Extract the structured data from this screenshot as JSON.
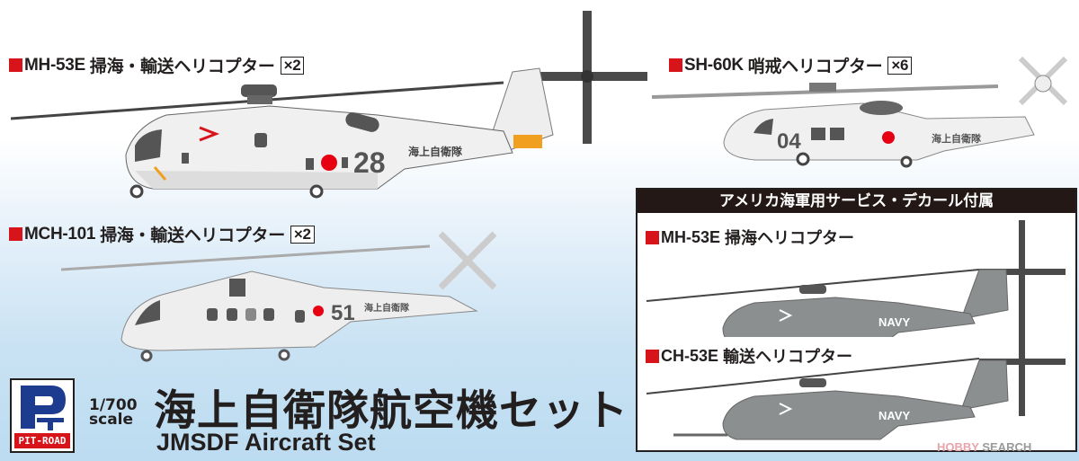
{
  "items": [
    {
      "code": "MH-53E",
      "desc": "掃海・輸送ヘリコプター",
      "qty": "×2",
      "number": "28",
      "marking": "海上自衛隊"
    },
    {
      "code": "SH-60K",
      "desc": "哨戒ヘリコプター",
      "qty": "×6",
      "number": "04",
      "marking": "海上自衛隊"
    },
    {
      "code": "MCH-101",
      "desc": "掃海・輸送ヘリコプター",
      "qty": "×2",
      "number": "51",
      "marking": "海上自衛隊"
    }
  ],
  "navy_box": {
    "header": "アメリカ海軍用サービス・デカール付属",
    "items": [
      {
        "code": "MH-53E",
        "desc": "掃海ヘリコプター",
        "marking": "NAVY"
      },
      {
        "code": "CH-53E",
        "desc": "輸送ヘリコプター",
        "marking": "NAVY"
      }
    ]
  },
  "brand": {
    "logo_text": "PIT-ROAD",
    "scale_ratio": "1/700",
    "scale_word": "scale"
  },
  "title": {
    "jp": "海上自衛隊航空機セット",
    "en": "JMSDF Aircraft Set"
  },
  "watermark": {
    "brand1": "HOBBY",
    "brand2": "SEARCH"
  },
  "colors": {
    "accent_red": "#d8141b",
    "body_white": "#eeeeee",
    "navy_gray": "#8c8f8f",
    "rotor_dark": "#4a4a4a",
    "orange": "#f0a01e"
  }
}
